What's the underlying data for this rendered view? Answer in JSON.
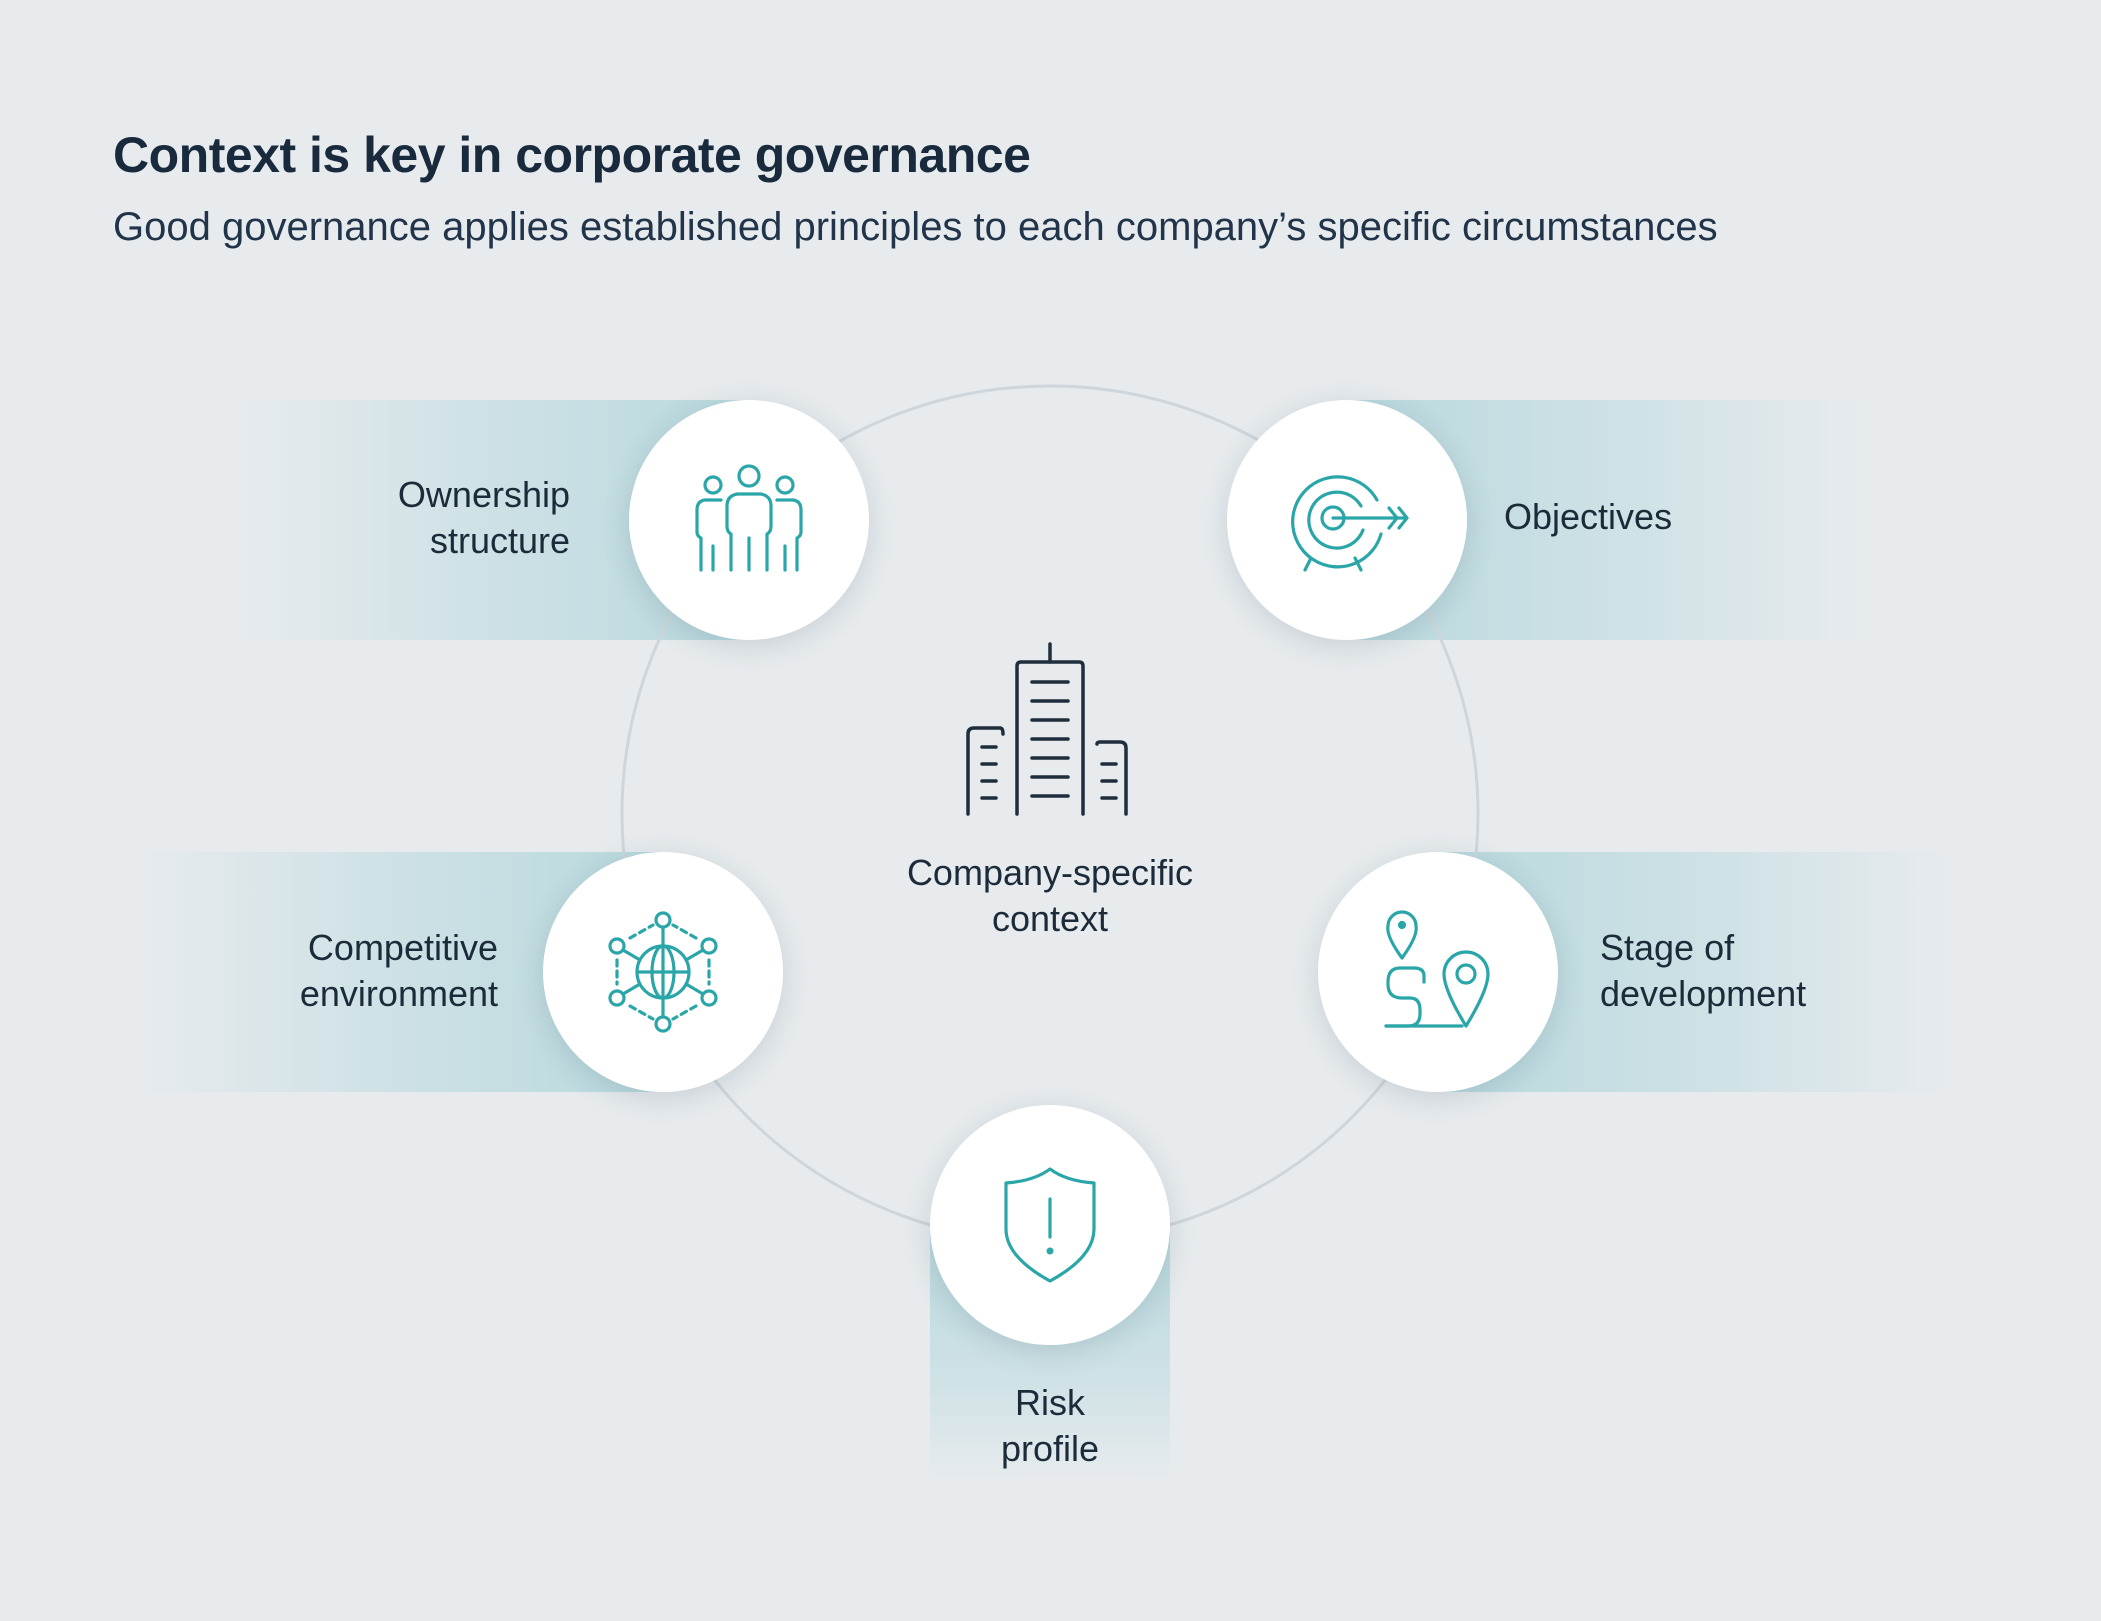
{
  "header": {
    "title": "Context is key in corporate governance",
    "subtitle": "Good governance applies established principles to each company’s specific circumstances"
  },
  "center": {
    "label_line1": "Company-specific",
    "label_line2": "context",
    "icon": "buildings-icon"
  },
  "nodes": {
    "ownership": {
      "line1": "Ownership",
      "line2": "structure",
      "icon": "people-group-icon"
    },
    "objectives": {
      "line1": "Objectives",
      "icon": "target-arrow-icon"
    },
    "competitive": {
      "line1": "Competitive",
      "line2": "environment",
      "icon": "globe-network-icon"
    },
    "stage": {
      "line1": "Stage of",
      "line2": "development",
      "icon": "route-pins-icon"
    },
    "risk": {
      "line1": "Risk",
      "line2": "profile",
      "icon": "shield-alert-icon"
    }
  },
  "colors": {
    "background": "#e7ebee",
    "accent_teal": "#2aa6a8",
    "band": "#b0d6db",
    "text": "#1c2b3a"
  }
}
